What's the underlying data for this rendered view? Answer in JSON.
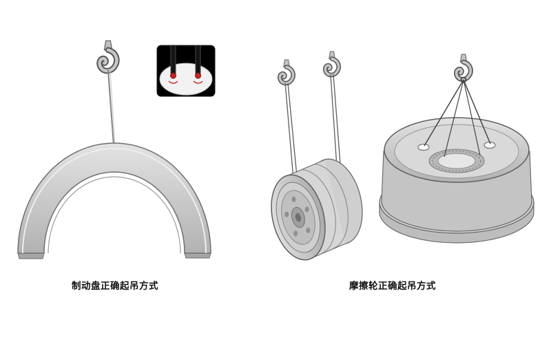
{
  "page": {
    "background": "#ffffff"
  },
  "figures": {
    "brake_disc": {
      "caption": "制动盘正确起吊方式"
    },
    "friction_wheel": {
      "caption": "摩擦轮正确起吊方式"
    }
  },
  "icons": [
    "crane-hook-icon",
    "sling-line",
    "shackle-ring",
    "detail-inset"
  ],
  "colors": {
    "metal_light": "#e0e0e0",
    "metal_mid": "#c6c6c6",
    "metal_dark": "#9a9a9a",
    "outline": "#5f5f5f",
    "sling": "#5a5a5a",
    "inset_background": "#000000",
    "inset_highlight": "#f5f5f5",
    "accent_red": "#cc2222"
  }
}
